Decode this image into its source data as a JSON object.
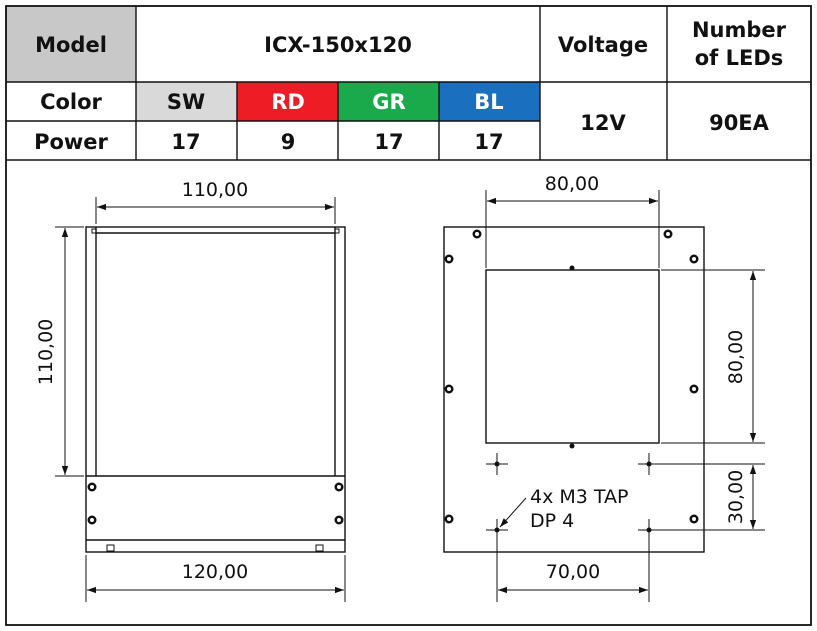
{
  "table": {
    "model_label": "Model",
    "model_value": "ICX-150x120",
    "voltage_label": "Voltage",
    "leds_label_line1": "Number",
    "leds_label_line2": "of LEDs",
    "color_label": "Color",
    "power_label": "Power",
    "voltage_value": "12V",
    "leds_value": "90EA",
    "header_fill": "#c8c8c8",
    "colors": [
      {
        "label": "SW",
        "power": "17",
        "fill": "#d9d9d9",
        "text_color": "#111111"
      },
      {
        "label": "RD",
        "power": "9",
        "fill": "#ee1c25",
        "text_color": "#ffffff"
      },
      {
        "label": "GR",
        "power": "17",
        "fill": "#1aaa4b",
        "text_color": "#ffffff"
      },
      {
        "label": "BL",
        "power": "17",
        "fill": "#1a6fbe",
        "text_color": "#ffffff"
      }
    ]
  },
  "drawing": {
    "left_view": {
      "top_width": "110,00",
      "height": "110,00",
      "bottom_width": "120,00"
    },
    "right_view": {
      "top_width": "80,00",
      "right_height": "80,00",
      "right_lower": "30,00",
      "bottom_width": "70,00",
      "note_line1": "4x M3 TAP",
      "note_line2": "DP 4"
    }
  }
}
